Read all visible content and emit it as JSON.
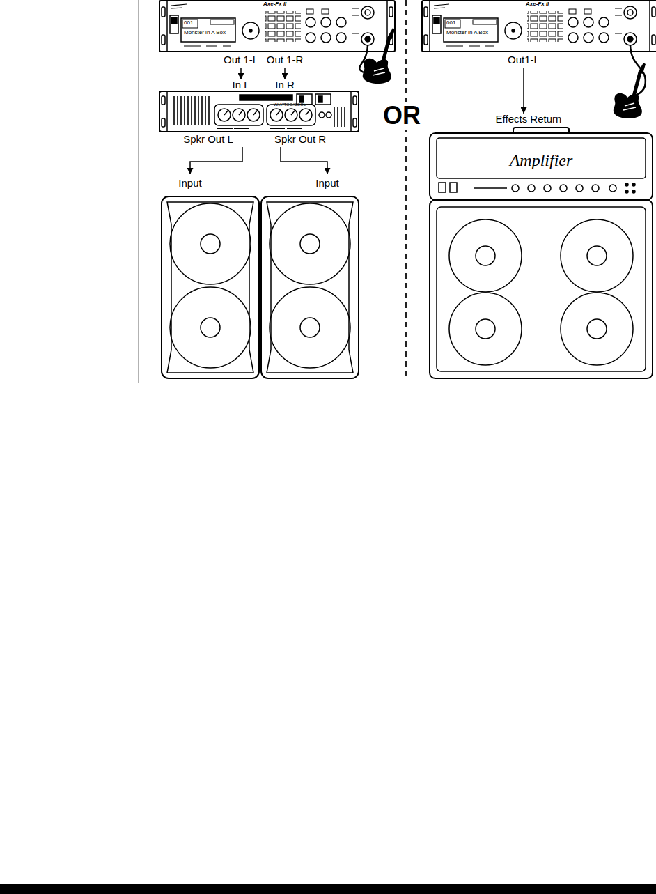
{
  "diagram": {
    "nodes": [
      {
        "text": [
          "001",
          "Monster in A Box",
          "Axe-Fx II",
          "Out 1-L",
          "Out 1-R"
        ]
      },
      {
        "text": [
          "In L",
          "In R",
          "WAY/TOO/COOL",
          "Spkr Out L",
          "Spkr Out R"
        ]
      },
      {
        "text": [
          "Input"
        ]
      },
      {
        "text": [
          "Input"
        ]
      },
      {
        "text": [
          "001",
          "Monster in A Box",
          "Axe-Fx II",
          "Out1-L"
        ]
      },
      {
        "text": [
          "Effects Return",
          "Amplifier"
        ]
      }
    ],
    "edges": [
      {
        "from": 0,
        "to": 1,
        "arrow": "to"
      },
      {
        "from": 0,
        "to": 1,
        "arrow": "to"
      },
      {
        "from": 1,
        "to": 2,
        "arrow": "to"
      },
      {
        "from": 1,
        "to": 3,
        "arrow": "to"
      },
      {
        "from": 4,
        "to": 5,
        "arrow": "to"
      }
    ],
    "labels": [
      "OR"
    ]
  }
}
